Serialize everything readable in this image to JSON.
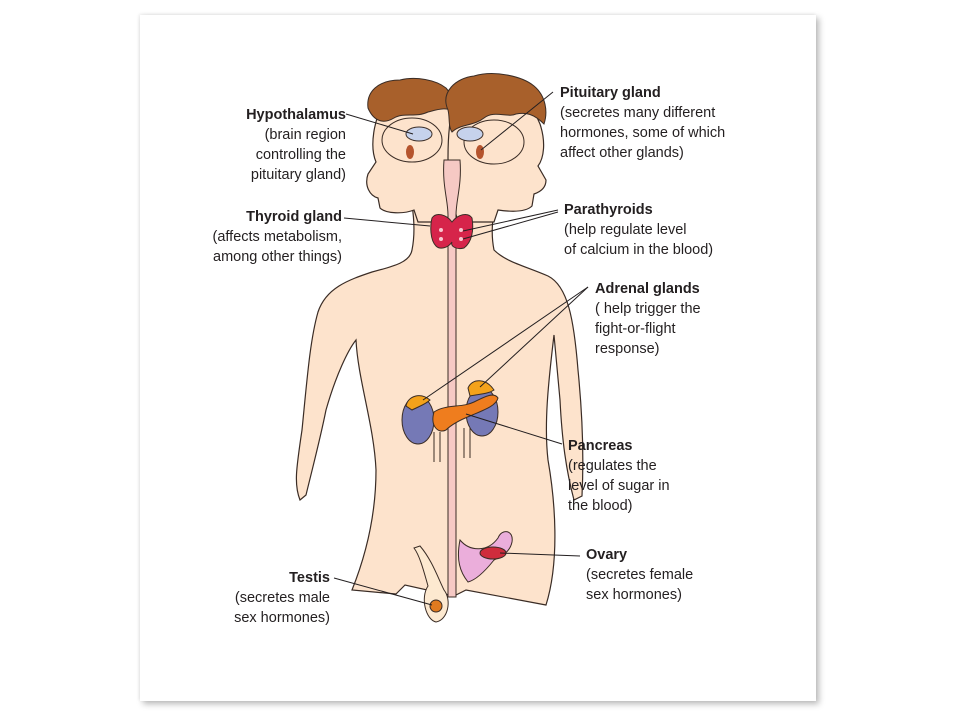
{
  "labels": {
    "hypothalamus": {
      "title": "Hypothalamus",
      "desc": "(brain region\ncontrolling the\npituitary gland)"
    },
    "thyroid": {
      "title": "Thyroid gland",
      "desc": "(affects metabolism,\namong other things)"
    },
    "testis": {
      "title": "Testis",
      "desc": "(secretes male\nsex hormones)"
    },
    "pituitary": {
      "title": "Pituitary gland",
      "desc": "(secretes many different\nhormones, some of which\naffect other glands)"
    },
    "parathyroids": {
      "title": "Parathyroids",
      "desc": "(help regulate level\nof calcium in the blood)"
    },
    "adrenal": {
      "title": "Adrenal glands",
      "desc": "( help trigger the\nfight-or-flight\nresponse)"
    },
    "pancreas": {
      "title": "Pancreas",
      "desc": "(regulates the\nlevel of sugar in\nthe blood)"
    },
    "ovary": {
      "title": "Ovary",
      "desc": "(secretes female\nsex hormones)"
    }
  },
  "colors": {
    "skin": "#fde3cc",
    "hair": "#a8602b",
    "outline": "#3a2c25",
    "thyroid": "#d6244a",
    "adrenal": "#f4a21b",
    "pancreas": "#ef7d1e",
    "kidney": "#7579b6",
    "spine": "#f6c9c4",
    "ovary": "#cf2c3c",
    "uterus": "#ebaedb"
  }
}
